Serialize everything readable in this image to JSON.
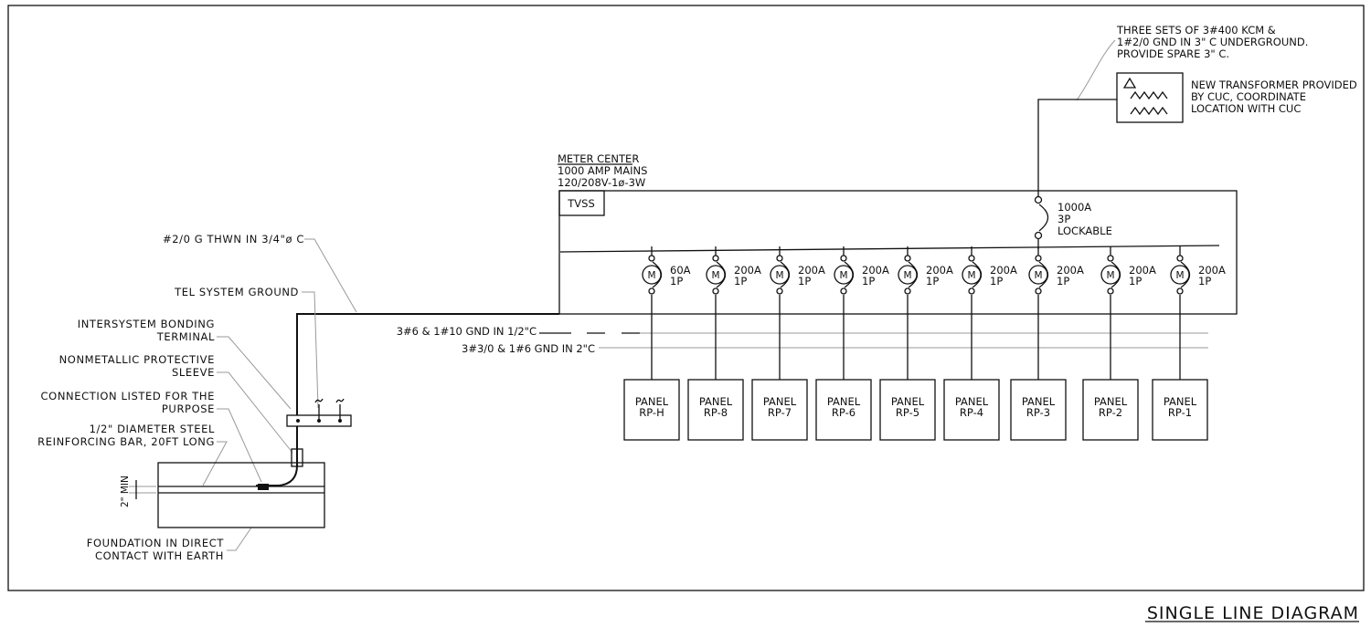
{
  "title": "SINGLE LINE DIAGRAM",
  "transformer_note": [
    "THREE SETS OF 3#400 KCM &",
    "1#2/0 GND IN 3\" C UNDERGROUND.",
    "PROVIDE SPARE 3\" C."
  ],
  "transformer_label": [
    "NEW TRANSFORMER PROVIDED",
    "BY CUC, COORDINATE",
    "LOCATION WITH CUC"
  ],
  "meter_center": {
    "heading": "METER CENTER",
    "line2": "1000 AMP MAINS",
    "line3": "120/208V-1ø-3W",
    "tvss": "TVSS"
  },
  "main_breaker": [
    "1000A",
    "3P",
    "LOCKABLE"
  ],
  "meter_symbol": "M",
  "breakers": [
    {
      "rating": "60A",
      "poles": "1P",
      "panel": "RP-H"
    },
    {
      "rating": "200A",
      "poles": "1P",
      "panel": "RP-8"
    },
    {
      "rating": "200A",
      "poles": "1P",
      "panel": "RP-7"
    },
    {
      "rating": "200A",
      "poles": "1P",
      "panel": "RP-6"
    },
    {
      "rating": "200A",
      "poles": "1P",
      "panel": "RP-5"
    },
    {
      "rating": "200A",
      "poles": "1P",
      "panel": "RP-4"
    },
    {
      "rating": "200A",
      "poles": "1P",
      "panel": "RP-3"
    },
    {
      "rating": "200A",
      "poles": "1P",
      "panel": "RP-2"
    },
    {
      "rating": "200A",
      "poles": "1P",
      "panel": "RP-1"
    }
  ],
  "panel_word": "PANEL",
  "feeders": [
    "3#6 & 1#10 GND IN 1/2\"C",
    "3#3/0 & 1#6 GND IN 2\"C"
  ],
  "grounding": {
    "conductor": "#2/0 G THWN IN 3/4\"ø C",
    "tel_ground": "TEL SYSTEM GROUND",
    "bonding_terminal": [
      "INTERSYSTEM BONDING",
      "TERMINAL"
    ],
    "sleeve": [
      "NONMETALLIC PROTECTIVE",
      "SLEEVE"
    ],
    "connection": [
      "CONNECTION LISTED FOR THE",
      "PURPOSE"
    ],
    "rebar": [
      "1/2\" DIAMETER STEEL",
      "REINFORCING BAR, 20FT LONG"
    ],
    "min_dim": "2\" MIN",
    "foundation": [
      "FOUNDATION IN DIRECT",
      "CONTACT WITH EARTH"
    ]
  }
}
